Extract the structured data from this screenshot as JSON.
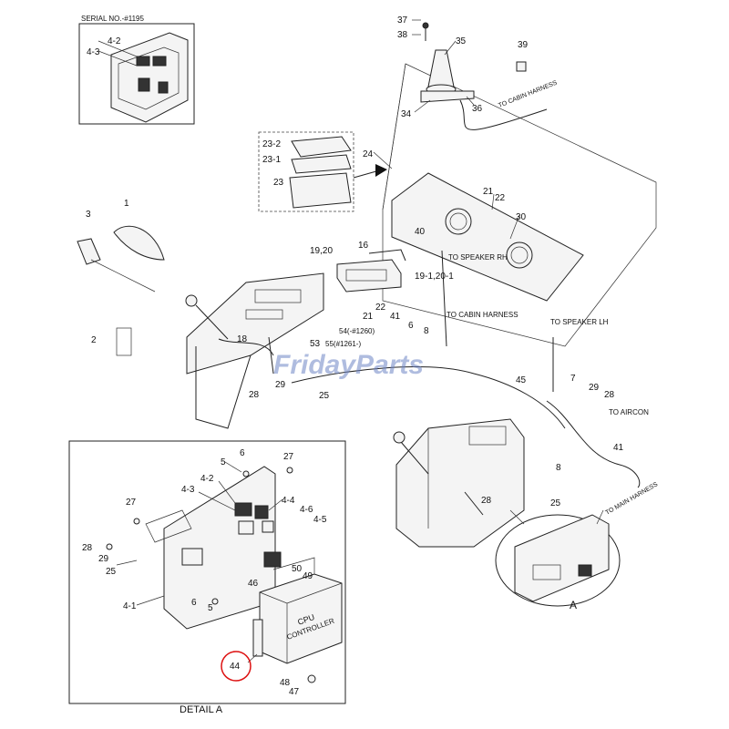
{
  "inset_top": {
    "title": "SERIAL NO.-#1195",
    "labels": [
      "4-2",
      "4-3"
    ]
  },
  "cabin": {
    "labels": [
      "37",
      "38",
      "35",
      "39",
      "34",
      "36",
      "24",
      "21",
      "22",
      "30",
      "40",
      "16",
      "19,20",
      "19-1,20-1",
      "22",
      "21",
      "41",
      "6",
      "8",
      "53",
      "55(#1261-)",
      "54(-#1260)",
      "18",
      "1",
      "3",
      "2",
      "28",
      "29",
      "25",
      "45",
      "7",
      "29",
      "28",
      "41",
      "8",
      "28",
      "25"
    ],
    "annotations": [
      "TO CABIN HARNESS",
      "TO SPEAKER RH",
      "TO CABIN HARNESS",
      "TO SPEAKER LH",
      "TO AIRCON",
      "TO MAIN HARNESS"
    ]
  },
  "inset_parts": {
    "labels": [
      "23-2",
      "23-1",
      "23"
    ]
  },
  "detail_a": {
    "title": "DETAIL A",
    "cpu_text": [
      "CPU",
      "CONTROLLER"
    ],
    "labels": [
      "5",
      "6",
      "27",
      "4-2",
      "4-3",
      "4-4",
      "4-6",
      "4-5",
      "27",
      "28",
      "29",
      "25",
      "46",
      "50",
      "49",
      "4-1",
      "6",
      "5",
      "44",
      "48",
      "47"
    ],
    "highlight_label": "44"
  },
  "circle_a": {
    "label": "A"
  },
  "watermark": {
    "text": "FridayParts",
    "color": "#6f86c6"
  }
}
